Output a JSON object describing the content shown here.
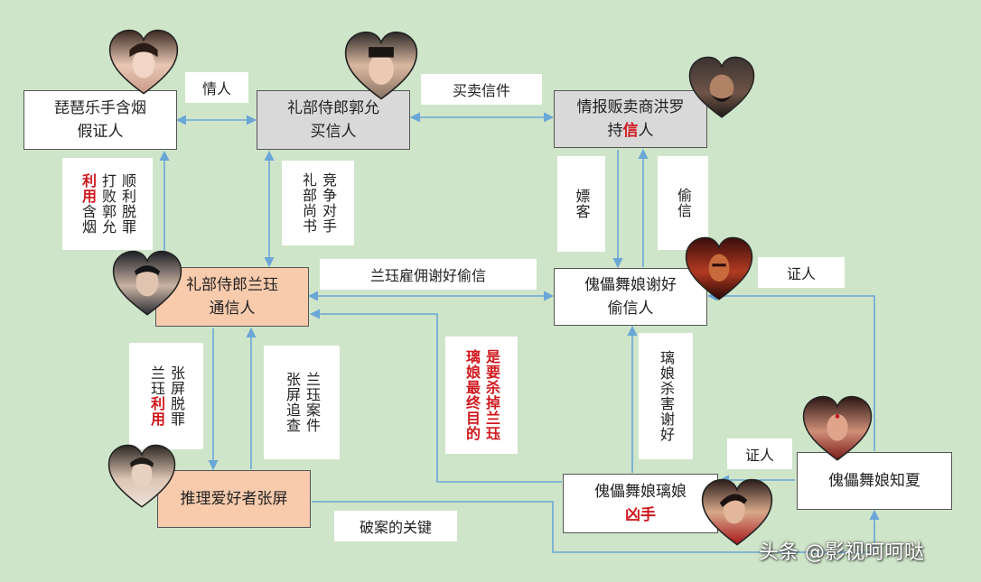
{
  "colors": {
    "background": "#cfe5c9",
    "connector": "#6aa6d6",
    "highlight": "#d0191e",
    "node_gray": "#d9d9d9",
    "node_peach": "#f8cbad"
  },
  "nodes": {
    "pipa": {
      "line1": "琵琶乐手含烟",
      "line2": "假证人"
    },
    "guoyun": {
      "line1": "礼部侍郎郭允",
      "line2": "买信人"
    },
    "hongluo": {
      "line1": "情报贩卖商洪罗",
      "line2_a": "持",
      "line2_b": "信",
      "line2_c": "人"
    },
    "lanjue": {
      "line1": "礼部侍郎兰珏",
      "line2": "通信人"
    },
    "xiehao": {
      "line1": "傀儡舞娘谢好",
      "line2": "偷信人"
    },
    "zhangping": {
      "line1": "推理爱好者张屏"
    },
    "liniang": {
      "line1": "傀儡舞娘璃娘",
      "line2": "凶手"
    },
    "zhixia": {
      "line1": "傀儡舞娘知夏"
    }
  },
  "labels": {
    "qingren": "情人",
    "maimai": "买卖信件",
    "lanjue_hire": "兰珏雇佣谢好偷信",
    "zhengren1": "证人",
    "zhengren2": "证人",
    "key": "破案的关键",
    "piaoke": "嫖客",
    "touxin": "偷信",
    "shangshu_a": "竞争对手",
    "shangshu_b": "礼部尚书",
    "han_a": "顺利脱罪",
    "han_b": "打败郭允",
    "han_c_red": "利用",
    "han_c": "含烟",
    "zp_a": "张屏脱罪",
    "zp_b1": "兰珏",
    "zp_b_red": "利用",
    "case_a": "兰珏案件",
    "case_b": "张屏追查",
    "goal_a": "是要杀掉兰珏",
    "goal_b": "璃娘最终目的",
    "kill_a": "璃娘杀害谢好"
  },
  "watermark": "头条 @影视呵呵哒"
}
